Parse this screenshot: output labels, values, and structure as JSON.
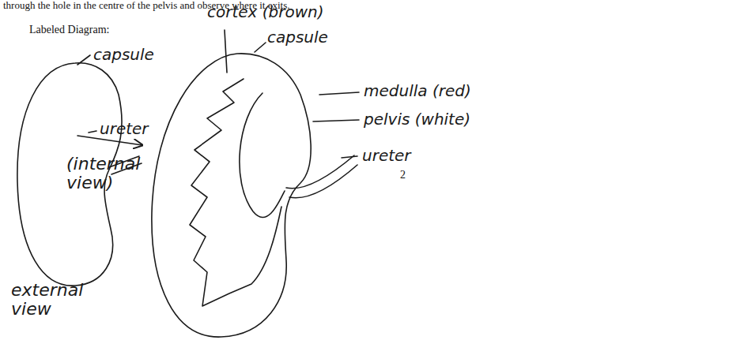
{
  "diagram": {
    "labels": [
      "through the hole in the centre of the pelvis and observe where it exits.",
      "Labeled Diagram:",
      "capsule",
      "ureter",
      "external view",
      "cortex (brown)",
      "capsule",
      "medulla (red)",
      "pelvis (white)",
      "ureter",
      "(internal view)",
      "2"
    ]
  }
}
